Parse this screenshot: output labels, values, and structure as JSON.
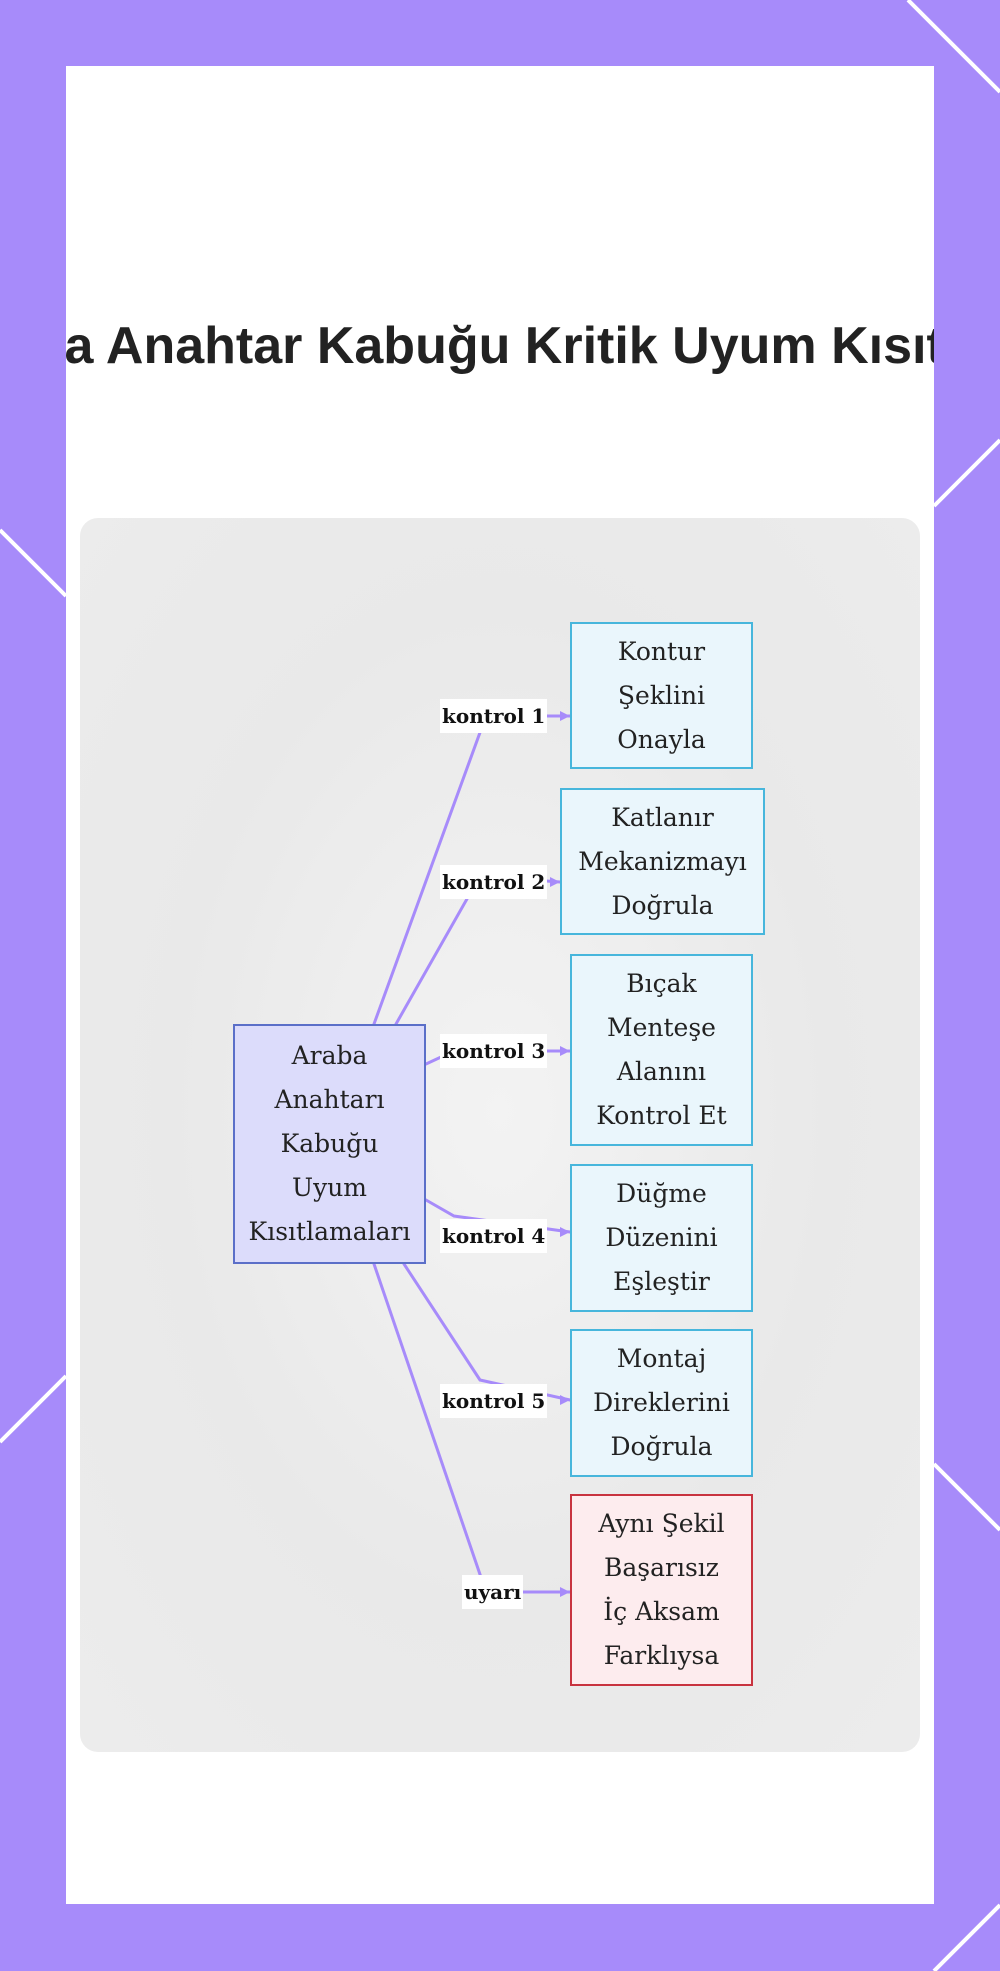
{
  "title": "Araba Anahtar Kabuğu Kritik Uyum Kısıtlamaları",
  "colors": {
    "background": "#a78bfa",
    "edge": "#a78bfa",
    "center_fill": "#dcdcfb",
    "center_border": "#5b6fc8",
    "check_fill": "#eaf6fc",
    "check_border": "#47b6dc",
    "warn_fill": "#fdecee",
    "warn_border": "#c8333f"
  },
  "diagram": {
    "center": {
      "label": "Araba\nAnahtarı\nKabuğu\nUyum\nKısıtlamaları"
    },
    "nodes": [
      {
        "label": "Kontur\nŞeklini\nOnayla",
        "edge_label": "kontrol 1",
        "kind": "check"
      },
      {
        "label": "Katlanır\nMekanizmayı\nDoğrula",
        "edge_label": "kontrol 2",
        "kind": "check"
      },
      {
        "label": "Bıçak\nMenteşe\nAlanını\nKontrol Et",
        "edge_label": "kontrol 3",
        "kind": "check"
      },
      {
        "label": "Düğme\nDüzenini\nEşleştir",
        "edge_label": "kontrol 4",
        "kind": "check"
      },
      {
        "label": "Montaj\nDireklerini\nDoğrula",
        "edge_label": "kontrol 5",
        "kind": "check"
      },
      {
        "label": "Aynı Şekil\nBaşarısız\nİç Aksam\nFarklıysa",
        "edge_label": "uyarı",
        "kind": "warn"
      }
    ]
  }
}
